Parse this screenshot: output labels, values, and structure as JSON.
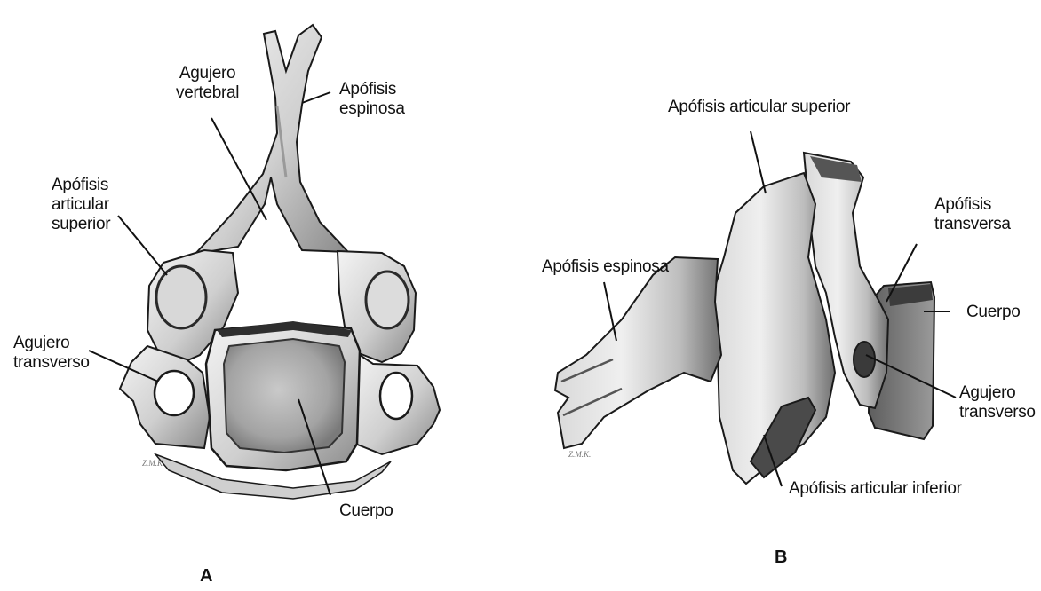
{
  "figure_a": {
    "letter": "A",
    "labels": {
      "agujero_vertebral": [
        "Agujero",
        "vertebral"
      ],
      "apofisis_espinosa": [
        "Apófisis",
        "espinosa"
      ],
      "apofisis_articular_superior": [
        "Apófisis",
        "articular",
        "superior"
      ],
      "agujero_transverso": [
        "Agujero",
        "transverso"
      ],
      "cuerpo": "Cuerpo"
    },
    "artist_signature": "Z.M.K."
  },
  "figure_b": {
    "letter": "B",
    "labels": {
      "apofisis_articular_superior": "Apófisis articular superior",
      "apofisis_espinosa": "Apófisis espinosa",
      "apofisis_transversa": [
        "Apófisis",
        "transversa"
      ],
      "cuerpo": "Cuerpo",
      "agujero_transverso": [
        "Agujero",
        "transverso"
      ],
      "apofisis_articular_inferior": "Apófisis articular inferior"
    },
    "artist_signature": "Z.M.K."
  },
  "colors": {
    "bone_light": "#e6e6e6",
    "bone_mid": "#b5b5b5",
    "bone_dark": "#5a5a5a",
    "outline": "#1a1a1a"
  }
}
